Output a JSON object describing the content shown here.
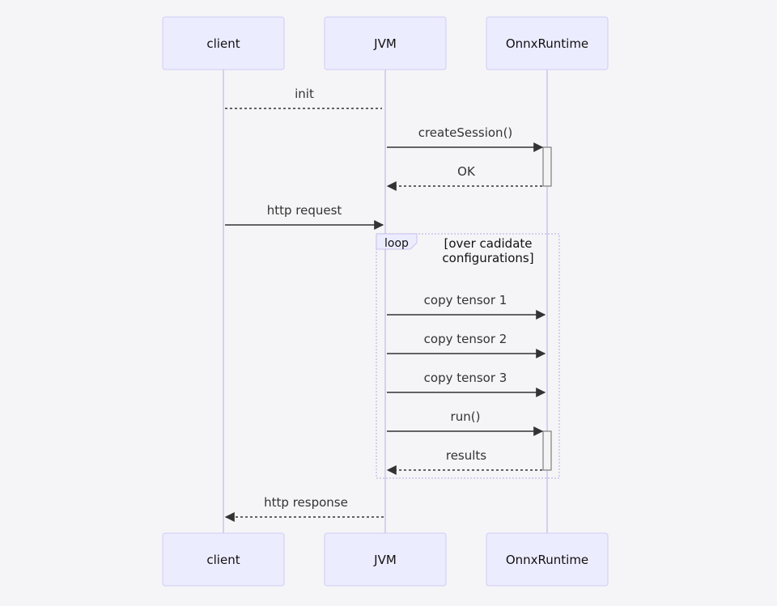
{
  "participants": [
    {
      "id": "client",
      "label": "client"
    },
    {
      "id": "jvm",
      "label": "JVM"
    },
    {
      "id": "onnx",
      "label": "OnnxRuntime"
    }
  ],
  "messages": [
    {
      "id": "init",
      "from": "jvm",
      "to": "client",
      "label": "init",
      "dashed": true,
      "arrow": false
    },
    {
      "id": "create-session",
      "from": "jvm",
      "to": "onnx",
      "label": "createSession()",
      "dashed": false,
      "arrow": true
    },
    {
      "id": "ok",
      "from": "onnx",
      "to": "jvm",
      "label": "OK",
      "dashed": true,
      "arrow": true
    },
    {
      "id": "http-request",
      "from": "client",
      "to": "jvm",
      "label": "http request",
      "dashed": false,
      "arrow": true
    },
    {
      "id": "copy-tensor-1",
      "from": "jvm",
      "to": "onnx",
      "label": "copy tensor 1",
      "dashed": false,
      "arrow": true
    },
    {
      "id": "copy-tensor-2",
      "from": "jvm",
      "to": "onnx",
      "label": "copy tensor 2",
      "dashed": false,
      "arrow": true
    },
    {
      "id": "copy-tensor-3",
      "from": "jvm",
      "to": "onnx",
      "label": "copy tensor 3",
      "dashed": false,
      "arrow": true
    },
    {
      "id": "run",
      "from": "jvm",
      "to": "onnx",
      "label": "run()",
      "dashed": false,
      "arrow": true
    },
    {
      "id": "results",
      "from": "onnx",
      "to": "jvm",
      "label": "results",
      "dashed": true,
      "arrow": true
    },
    {
      "id": "http-response",
      "from": "jvm",
      "to": "client",
      "label": "http response",
      "dashed": true,
      "arrow": true
    }
  ],
  "loop": {
    "label": "loop",
    "condition_line1": "[over cadidate",
    "condition_line2": "configurations]"
  }
}
